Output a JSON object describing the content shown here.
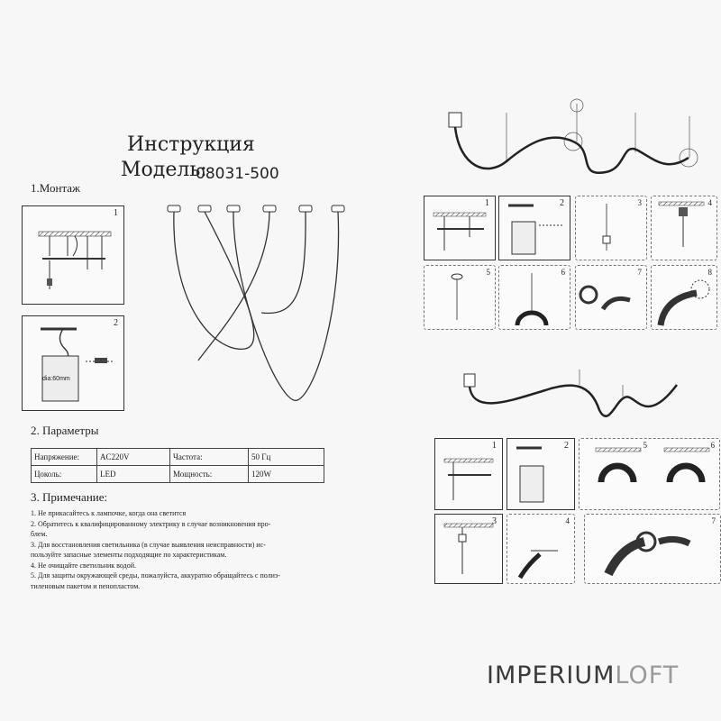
{
  "title": "Инструкция",
  "model_label": "Модель:",
  "model_code": "08031-500",
  "section_mount": "1.Монтаж",
  "section_params": "2. Параметры",
  "section_notes": "3. Примечание:",
  "panel_numbers": {
    "p1": "1",
    "p2": "2",
    "r1": "1",
    "r2": "2",
    "r3": "3",
    "r4": "4",
    "r5": "5",
    "r6": "6",
    "r7": "7",
    "r8": "8",
    "b1": "1",
    "b2": "2",
    "b3": "3",
    "b4": "4",
    "b5": "5",
    "b6": "6",
    "b7": "7"
  },
  "dia_label": "dia:60mm",
  "params": {
    "voltage_label": "Напряжение:",
    "voltage_value": "AC220V",
    "frequency_label": "Частота:",
    "frequency_value": "50 Гц",
    "base_label": "Цоколь:",
    "base_value": "LED",
    "power_label": "Мощность:",
    "power_value": "120W"
  },
  "notes": [
    "1. Не прикасайтесь к лампочке, когда она светится",
    "2. Обратитесь к квалифицированному электрику в случае возникновения про-",
    "блем.",
    "3. Для восстановления светильника (в случае выявления неисправности) ис-",
    "пользуйте запасные элементы подходящие по характеристикам.",
    "4. Не очищайте  светильник водой.",
    "5. Для защиты окружающей среды, пожалуйста, аккуратно обращайтесь с полиэ-",
    "тиленовым пакетом и пенопластом."
  ],
  "brand_left": "IMPERIUM",
  "brand_right": "LOFT",
  "brand_color_left": "#3a3a3a",
  "brand_color_right": "#9a9a9a"
}
